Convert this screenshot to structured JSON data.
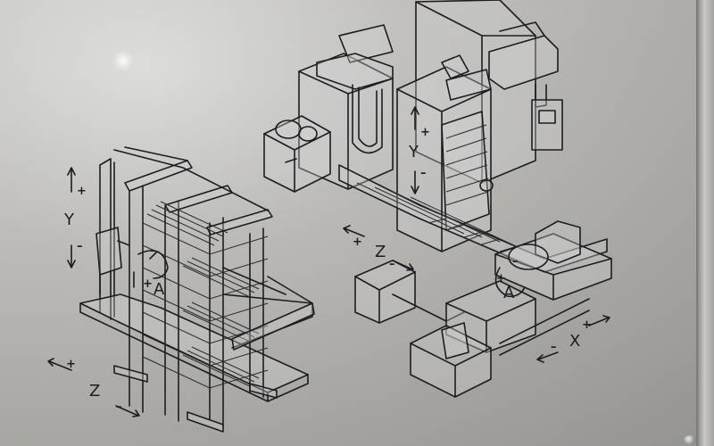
{
  "labels": {
    "left_y_axis": "Y",
    "left_z_axis": "Z",
    "left_a_axis": "A",
    "right_y_axis": "Y",
    "right_z_axis": "Z",
    "right_a_axis": "A",
    "right_x_axis": "X",
    "plus": "+",
    "minus": "–"
  }
}
